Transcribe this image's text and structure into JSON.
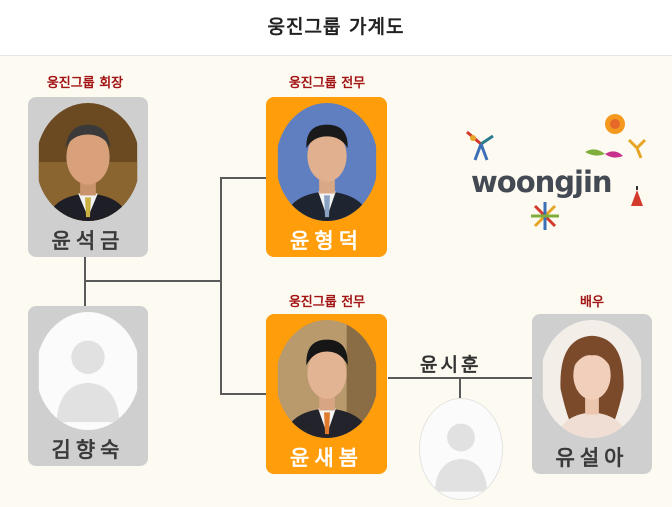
{
  "title": "웅진그룹 가계도",
  "members": {
    "yoon_seokgeum": {
      "role": "웅진그룹 회장",
      "name": "윤석금"
    },
    "kim_hyangsook": {
      "name": "김향숙"
    },
    "yoon_hyungdeok": {
      "role": "웅진그룹 전무",
      "name": "윤형덕"
    },
    "yoon_saebom": {
      "role": "웅진그룹 전무",
      "name": "윤새봄"
    },
    "yoon_sihoon": {
      "name": "윤시훈"
    },
    "yoo_seola": {
      "role": "배우",
      "name": "유설아"
    }
  },
  "logo": {
    "text": "woongjin"
  },
  "colors": {
    "highlight": "#ff9d0a",
    "neutral": "#cfcfcf",
    "role_text": "#a21414",
    "background": "#fdfaf1"
  }
}
